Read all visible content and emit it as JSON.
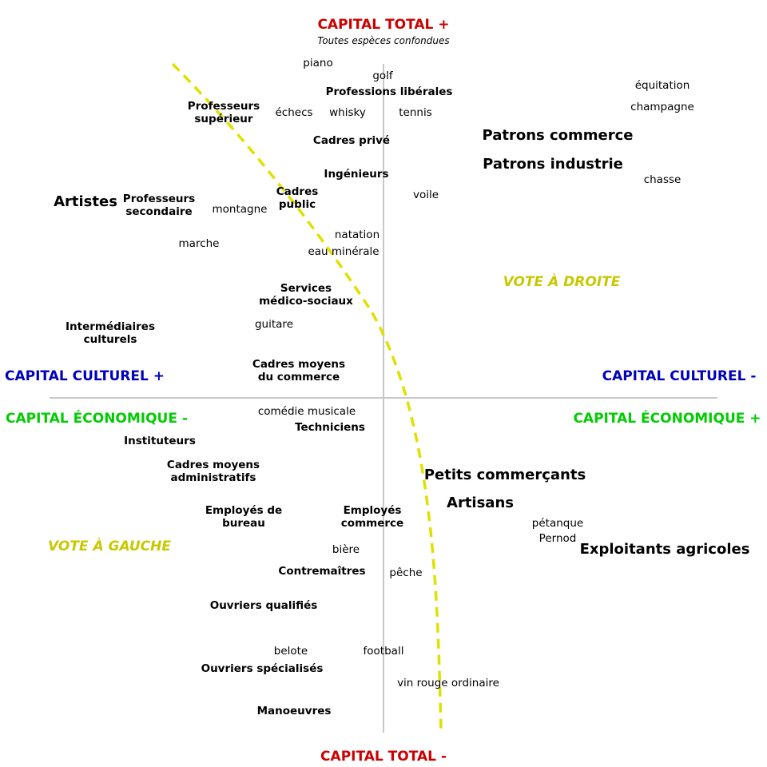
{
  "colors": {
    "capital_total": "#cc0000",
    "capital_culturel": "#0000bb",
    "capital_economique": "#00cc00",
    "vote": "#c8c800",
    "axis": "#c8c8c8",
    "divide_line": "#e0e000"
  },
  "axes": {
    "top": {
      "title": "CAPITAL TOTAL +",
      "subtitle": "Toutes espèces confondues"
    },
    "bottom": {
      "title": "CAPITAL TOTAL -"
    },
    "left_upper": "CAPITAL CULTUREL +",
    "left_lower": "CAPITAL ÉCONOMIQUE -",
    "right_upper": "CAPITAL CULTUREL -",
    "right_lower": "CAPITAL ÉCONOMIQUE +"
  },
  "votes": {
    "droite": "VOTE À DROITE",
    "gauche": "VOTE À GAUCHE"
  },
  "categories": {
    "professeurs_superieur": [
      "Professeurs",
      "supérieur"
    ],
    "professions_liberales": "Professions libérales",
    "cadres_prive": "Cadres privé",
    "patrons_commerce": "Patrons commerce",
    "patrons_industrie": "Patrons industrie",
    "ingenieurs": "Ingénieurs",
    "artistes": "Artistes",
    "professeurs_secondaire": [
      "Professeurs",
      "secondaire"
    ],
    "cadres_public": [
      "Cadres",
      "public"
    ],
    "services_medico_sociaux": [
      "Services",
      "médico-sociaux"
    ],
    "intermediaires_culturels": [
      "Intermédiaires",
      "culturels"
    ],
    "cadres_moyens_commerce": [
      "Cadres moyens",
      "du commerce"
    ],
    "techniciens": "Techniciens",
    "instituteurs": "Instituteurs",
    "cadres_moyens_administratifs": [
      "Cadres moyens",
      "administratifs"
    ],
    "petits_commercants": "Petits commerçants",
    "artisans": "Artisans",
    "employes_bureau": [
      "Employés de",
      "bureau"
    ],
    "employes_commerce": [
      "Employés",
      "commerce"
    ],
    "exploitants_agricoles": "Exploitants agricoles",
    "contremaitres": "Contremaîtres",
    "ouvriers_qualifies": "Ouvriers qualifiés",
    "ouvriers_specialises": "Ouvriers spécialisés",
    "manoeuvres": "Manoeuvres"
  },
  "practices": {
    "piano": "piano",
    "golf": "golf",
    "equitation": "équitation",
    "champagne": "champagne",
    "echecs": "échecs",
    "whisky": "whisky",
    "tennis": "tennis",
    "chasse": "chasse",
    "voile": "voile",
    "montagne": "montagne",
    "marche": "marche",
    "natation": "natation",
    "eau_minerale": "eau minérale",
    "guitare": "guitare",
    "comedie_musicale": "comédie musicale",
    "petanque": "pétanque",
    "pernod": "Pernod",
    "biere": "bière",
    "peche": "pêche",
    "belote": "belote",
    "football": "football",
    "vin_rouge": "vin rouge ordinaire"
  }
}
